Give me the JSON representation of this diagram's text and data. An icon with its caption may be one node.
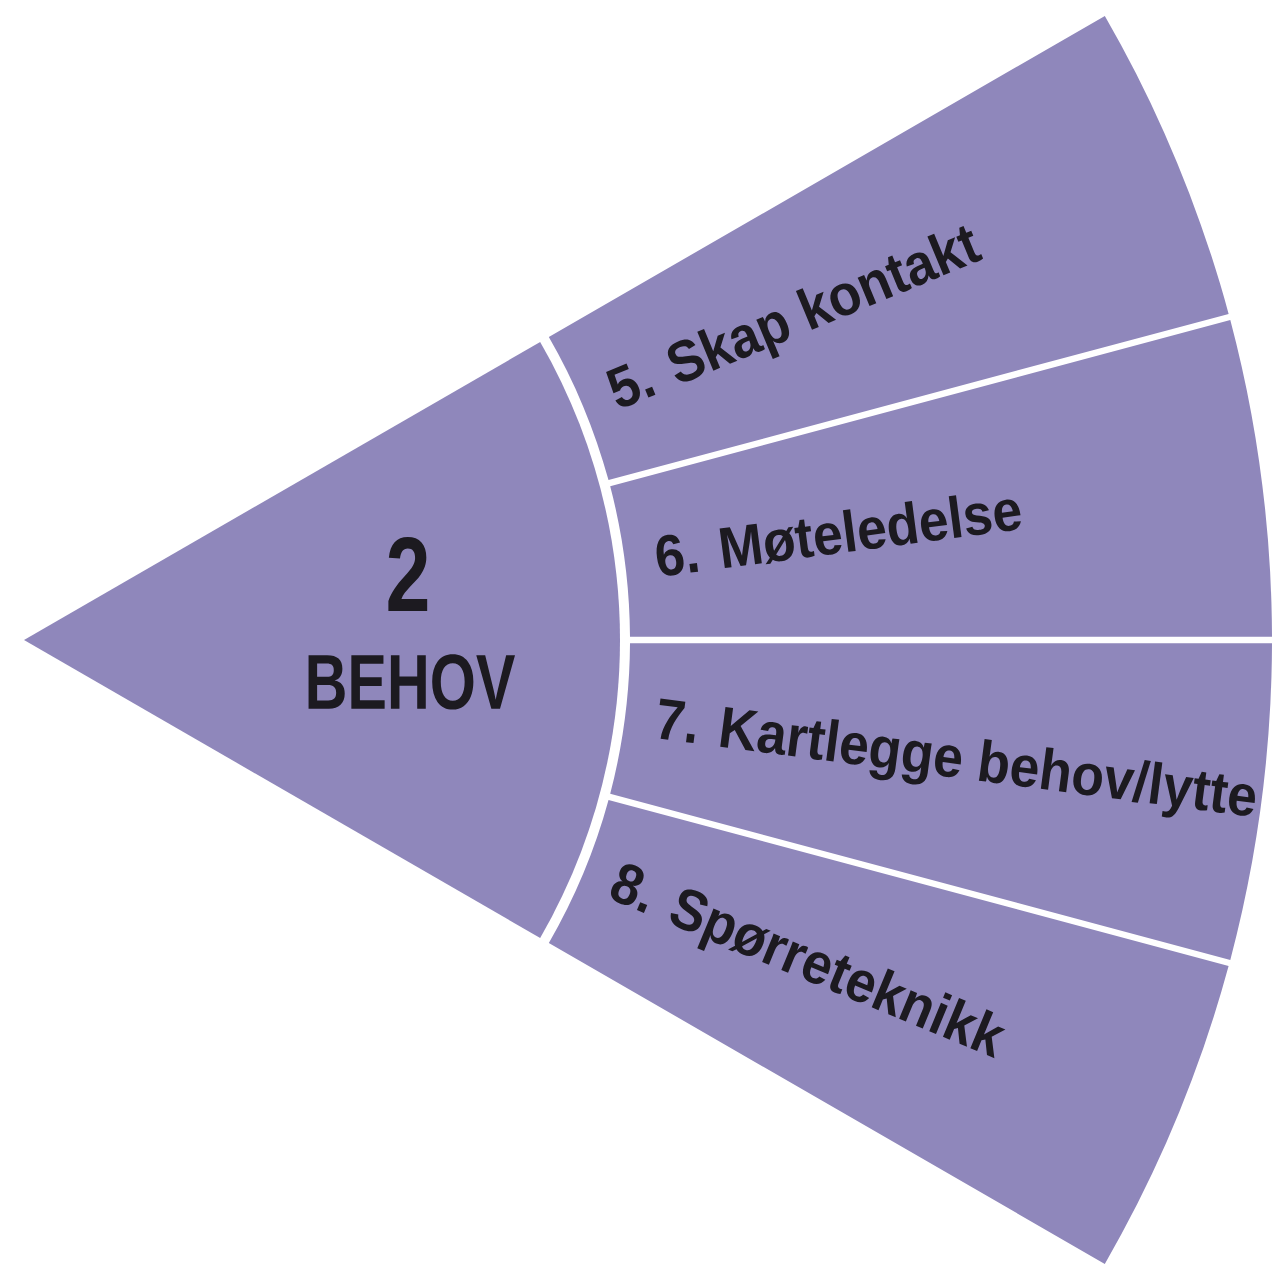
{
  "diagram": {
    "nodes": [
      {
        "text": [
          "2",
          "BEHOV"
        ]
      },
      {
        "text": [
          "5. Skap kontakt"
        ]
      },
      {
        "text": [
          "6. Møteledelse"
        ]
      },
      {
        "text": [
          "7. Kartlegge behov/lytte"
        ]
      },
      {
        "text": [
          "8. Spørreteknikk"
        ]
      }
    ]
  }
}
